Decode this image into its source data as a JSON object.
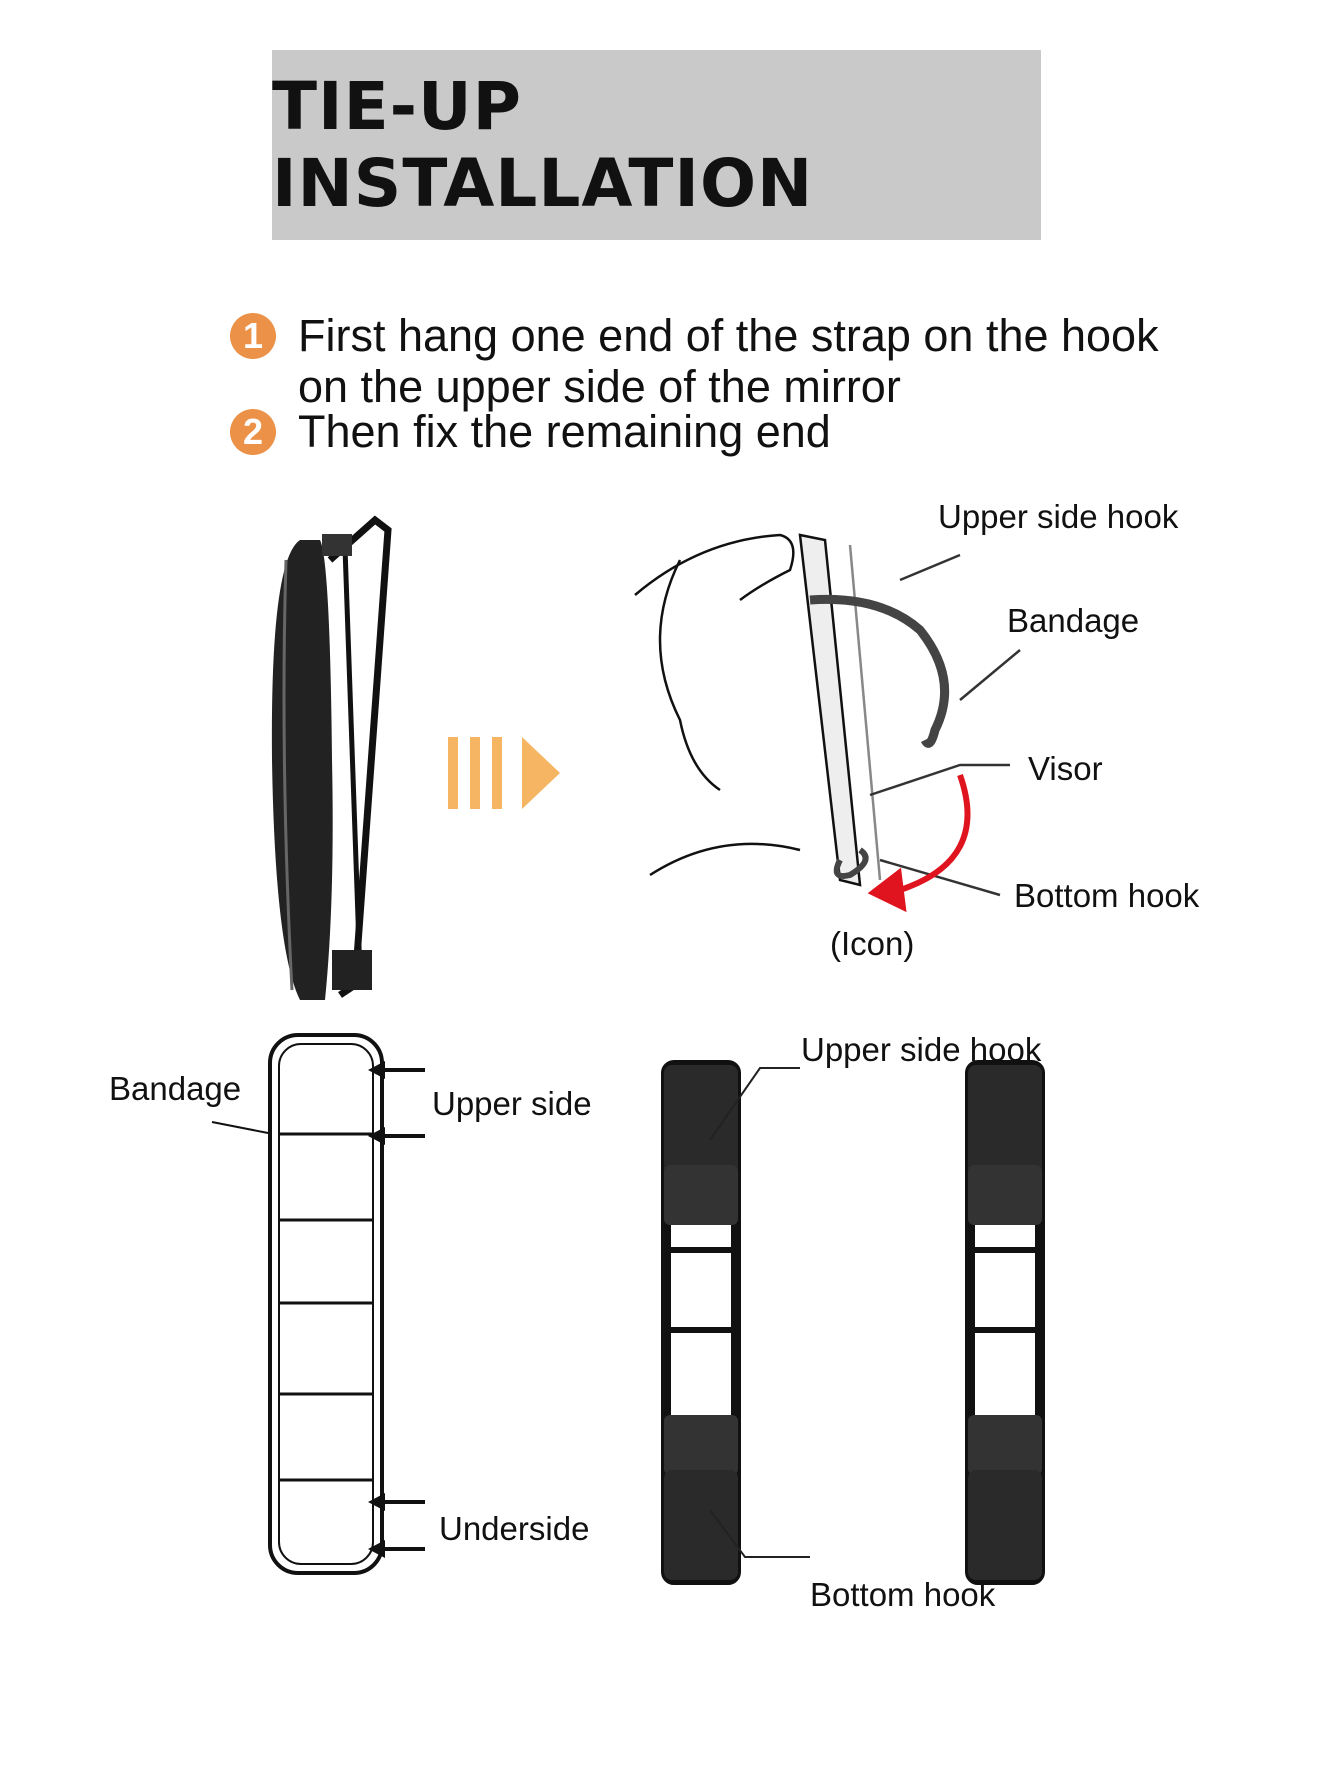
{
  "title": "TIE-UP INSTALLATION",
  "steps": [
    {
      "number": "1",
      "line1": "First hang one end of the strap on the hook",
      "line2": "on the upper side of the mirror"
    },
    {
      "number": "2",
      "line1": "Then fix the remaining end"
    }
  ],
  "labels": {
    "upper_side_hook_top": "Upper side hook",
    "bandage_top": "Bandage",
    "visor": "Visor",
    "bottom_hook_top": "Bottom hook",
    "icon": "(Icon)",
    "upper_side_hook_bottom": "Upper side hook",
    "bandage_left": "Bandage",
    "upper_side": "Upper side",
    "underside": "Underside",
    "bottom_hook_bottom": "Bottom hook"
  },
  "colors": {
    "title_bg": "#c9c9c9",
    "step_circle": "#ec9148",
    "arrow": "#f5b562",
    "red_arrow": "#e0141e"
  }
}
